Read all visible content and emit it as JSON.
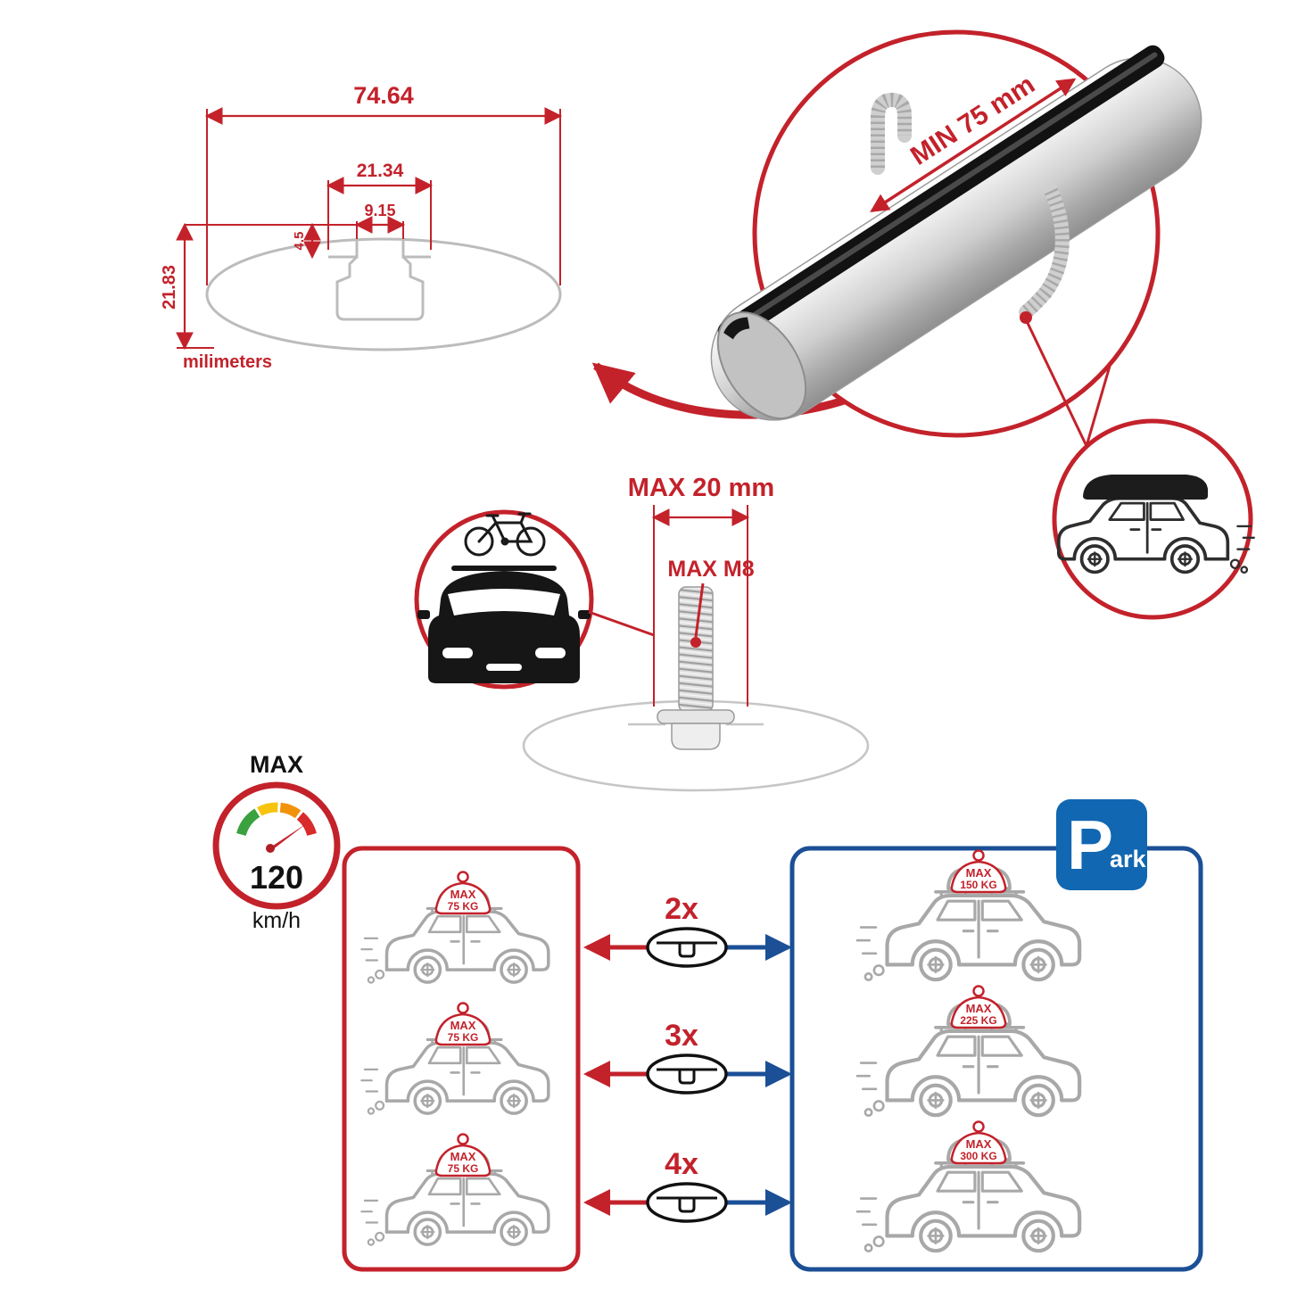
{
  "colors": {
    "red": "#C3222B",
    "blue": "#1B4F96",
    "park_blue": "#1167B1",
    "gray": "#BCBCBC",
    "dark": "#161616"
  },
  "cross_section_diagram": {
    "dim_total_width": "74.64",
    "dim_outer_channel": "21.34",
    "dim_inner_channel": "9.15",
    "dim_lip_depth": "4.5",
    "dim_total_height": "21.83",
    "unit_label": "milimeters"
  },
  "bar_detail": {
    "min_label": "MIN 75 mm"
  },
  "bolt_detail": {
    "max_width_label": "MAX 20 mm",
    "max_thread_label": "MAX M8"
  },
  "speed_limit": {
    "title": "MAX",
    "value": "120",
    "unit": "km/h"
  },
  "capacity": {
    "multipliers": [
      "2x",
      "3x",
      "4x"
    ],
    "red_panel": {
      "cars": [
        {
          "badge_label": "MAX",
          "badge_value": "75 KG"
        },
        {
          "badge_label": "MAX",
          "badge_value": "75 KG"
        },
        {
          "badge_label": "MAX",
          "badge_value": "75 KG"
        }
      ]
    },
    "blue_panel": {
      "cars": [
        {
          "badge_label": "MAX",
          "badge_value": "150 KG"
        },
        {
          "badge_label": "MAX",
          "badge_value": "225 KG"
        },
        {
          "badge_label": "MAX",
          "badge_value": "300 KG"
        }
      ]
    }
  },
  "park_sign": {
    "letter": "P",
    "suffix": "ark"
  }
}
